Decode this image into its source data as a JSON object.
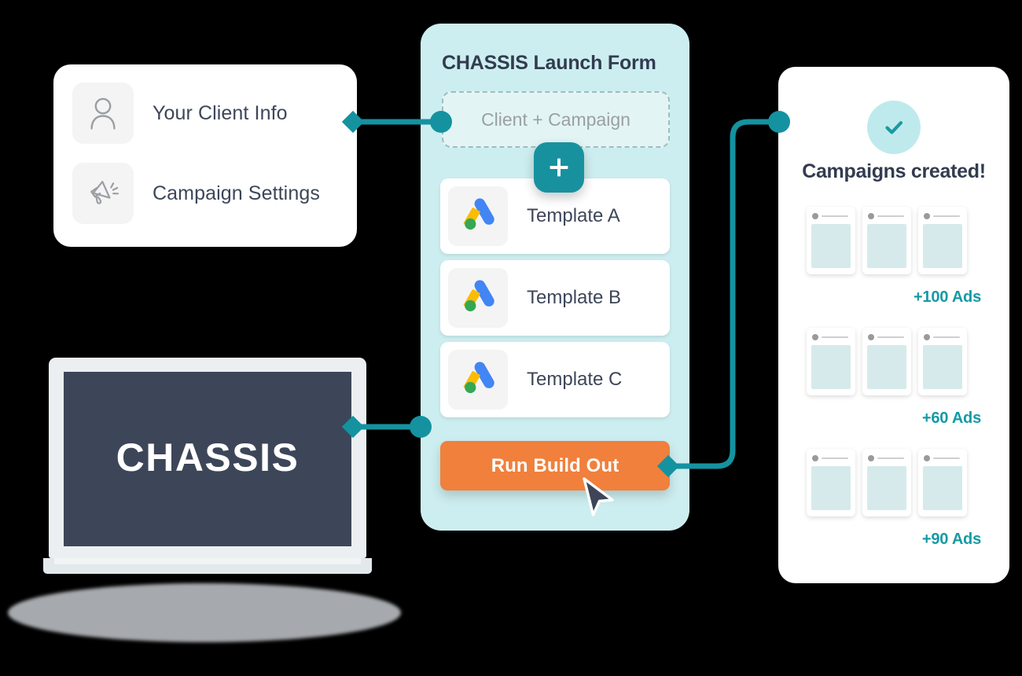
{
  "theme": {
    "teal": "#159aa5",
    "teal_dark": "#18919f",
    "navy": "#3d4659",
    "orange": "#f0803c",
    "card_mint": "#cdeef0",
    "mint_light": "#d6eaeb",
    "white": "#ffffff"
  },
  "left_card": {
    "items": [
      {
        "label": "Your Client Info",
        "icon": "user-icon"
      },
      {
        "label": "Campaign Settings",
        "icon": "megaphone-icon"
      }
    ]
  },
  "laptop": {
    "screen_wordmark": "CHASSIS"
  },
  "center_card": {
    "title": "CHASSIS Launch Form",
    "input": {
      "value": "",
      "placeholder": "Client + Campaign"
    },
    "add_button": {
      "icon": "plus-icon",
      "label": "+"
    },
    "templates": [
      {
        "label": "Template A",
        "icon": "google-ads-icon"
      },
      {
        "label": "Template B",
        "icon": "google-ads-icon"
      },
      {
        "label": "Template C",
        "icon": "google-ads-icon"
      }
    ],
    "run_button": {
      "label": "Run Build Out"
    },
    "cursor": {
      "icon": "mouse-pointer-icon"
    }
  },
  "right_card": {
    "status_icon": "check-icon",
    "title": "Campaigns created!",
    "ad_groups": [
      {
        "count_label": "+100 Ads",
        "thumbs": 3
      },
      {
        "count_label": "+60 Ads",
        "thumbs": 3
      },
      {
        "count_label": "+90 Ads",
        "thumbs": 3
      }
    ]
  }
}
